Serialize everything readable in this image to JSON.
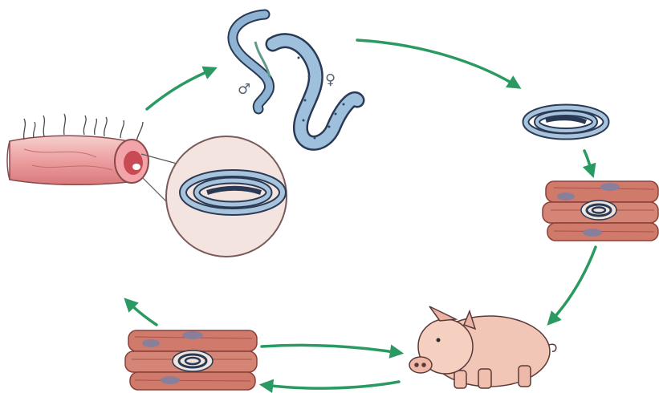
{
  "diagram": {
    "labels": {
      "male_symbol": "♂",
      "female_symbol": "♀"
    },
    "colors": {
      "arrow": "#2a9a62",
      "worm_body": "#7fa6c8",
      "worm_outline": "#2a3a55",
      "muscle": "#cf7a6a",
      "muscle_stripe": "#a8524a",
      "nucleus": "#8a7f9a",
      "intestine": "#f0b4b2",
      "pig": "#f2c6b6"
    },
    "stages": [
      "adult-worms",
      "newborn-larva",
      "encysted-larva-in-muscle",
      "pig-host",
      "infected-meat",
      "intestine-with-larva"
    ]
  }
}
